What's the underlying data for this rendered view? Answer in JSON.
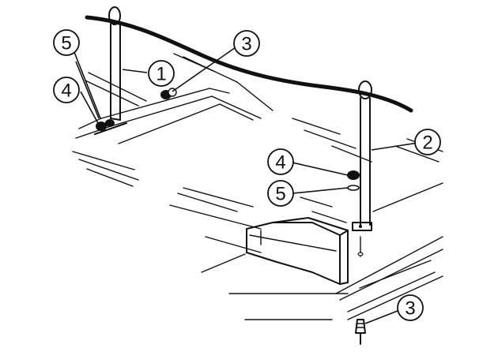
{
  "callouts": {
    "c1": "1",
    "c2": "2",
    "c3_top": "3",
    "c3_bottom": "3",
    "c4_left": "4",
    "c4_right": "4",
    "c5_left": "5",
    "c5_right": "5"
  }
}
